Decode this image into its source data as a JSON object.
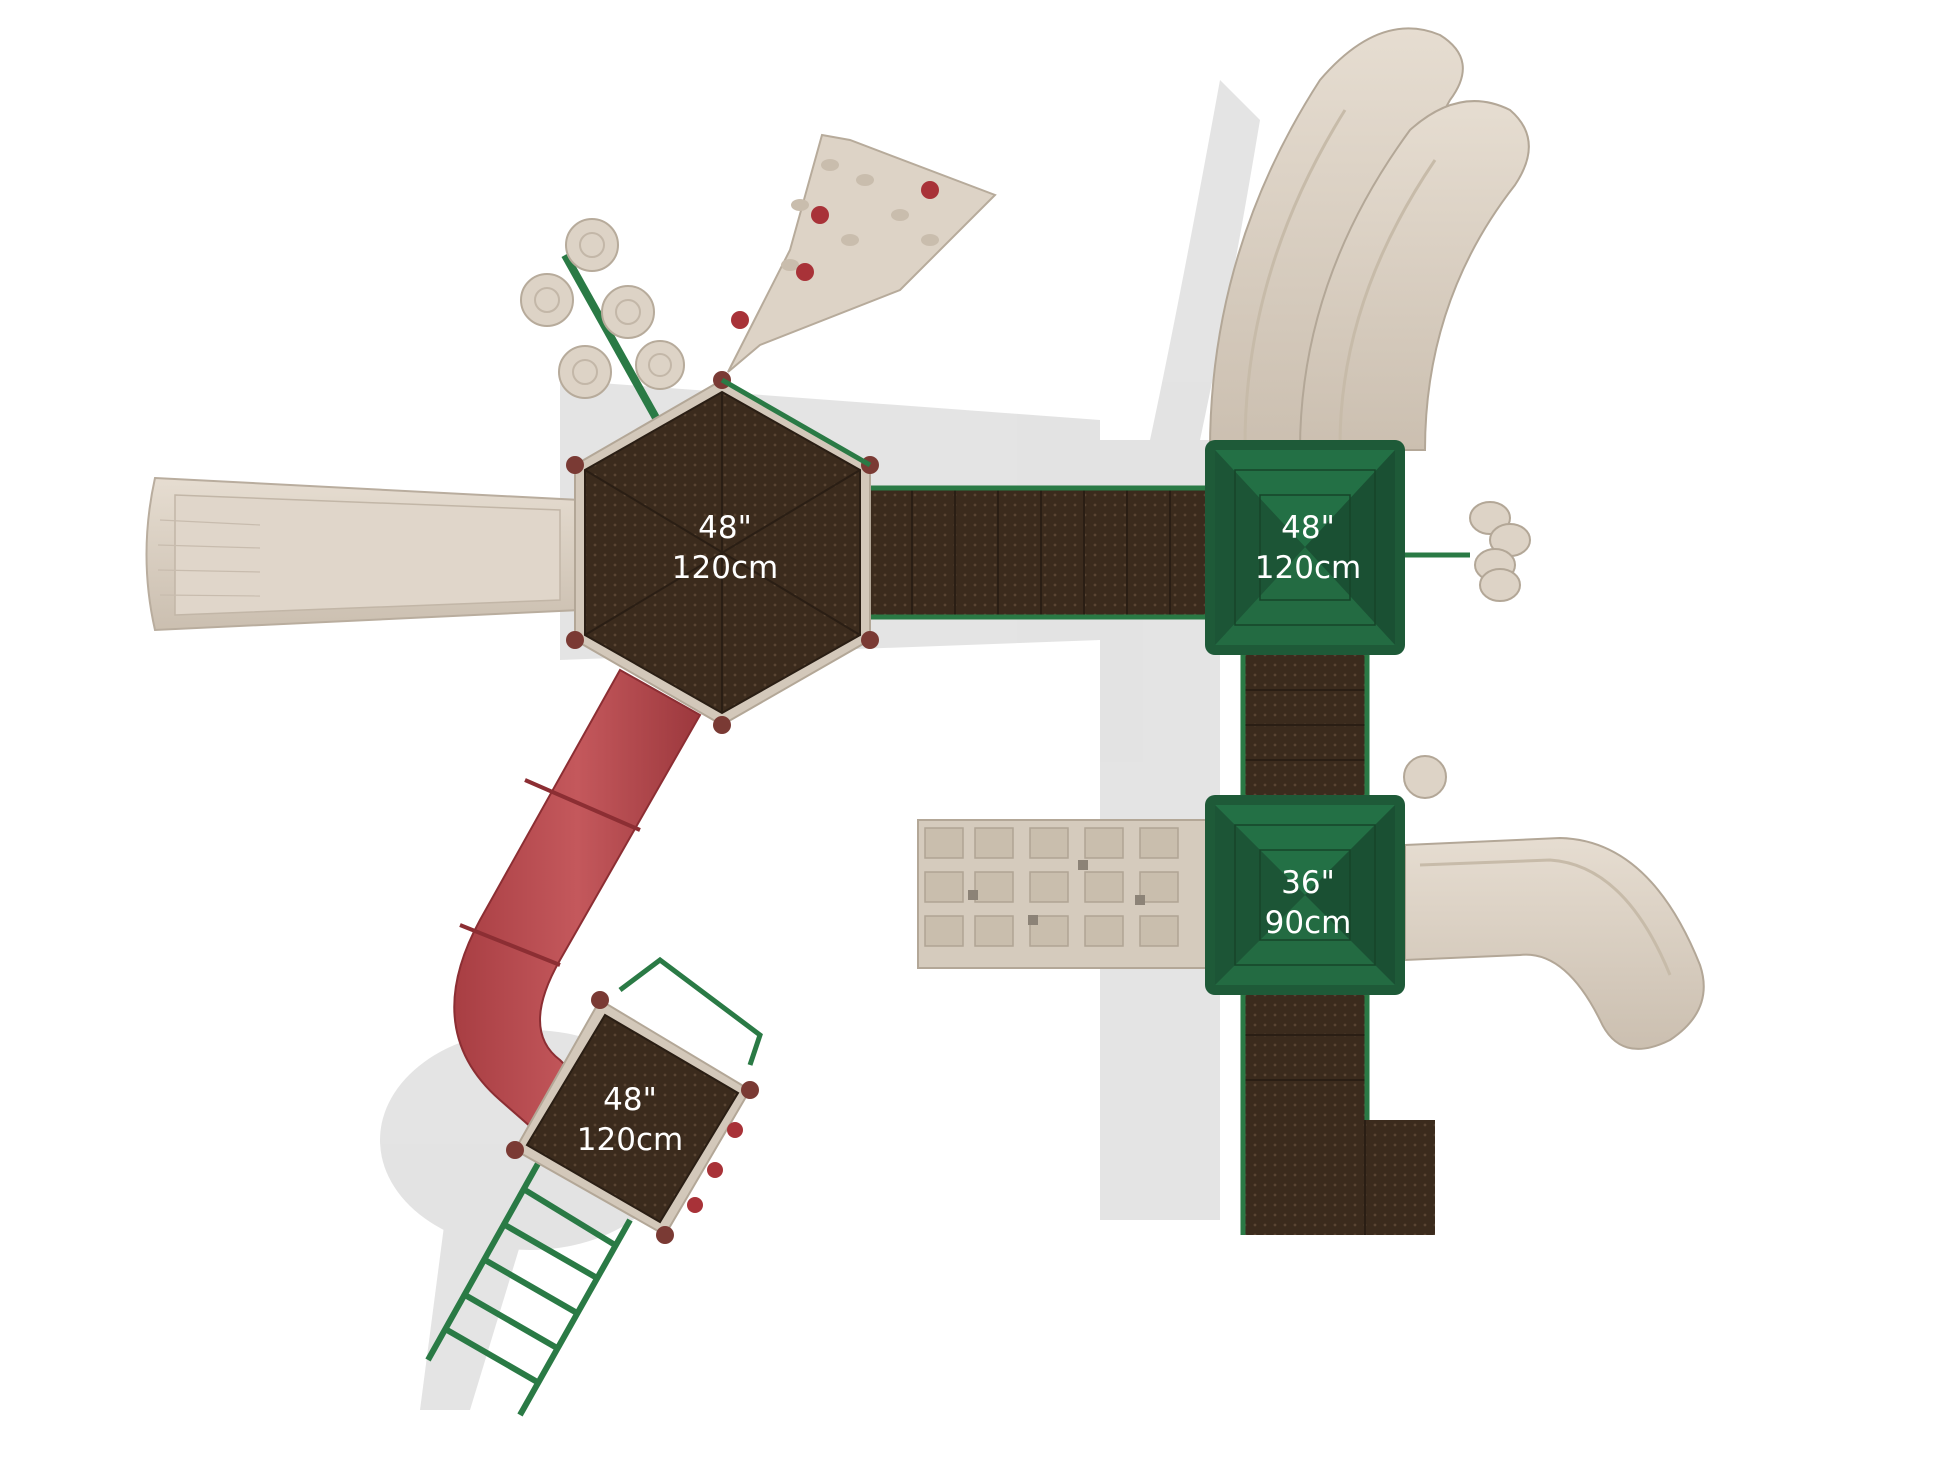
{
  "platforms": [
    {
      "id": "hex-deck",
      "height_in": "48\"",
      "height_cm": "120cm"
    },
    {
      "id": "green-roof-top",
      "height_in": "48\"",
      "height_cm": "120cm"
    },
    {
      "id": "green-roof-bottom",
      "height_in": "36\"",
      "height_cm": "90cm"
    },
    {
      "id": "small-deck",
      "height_in": "48\"",
      "height_cm": "120cm"
    }
  ],
  "colors": {
    "deck_brown": "#3a2a1c",
    "roof_green": "#1e5a38",
    "frame_green": "#2a7a45",
    "slide_tan": "#d9cfc2",
    "tube_red": "#b44a4e",
    "climber_red": "#a83238",
    "post_cap": "#7a3a34"
  }
}
